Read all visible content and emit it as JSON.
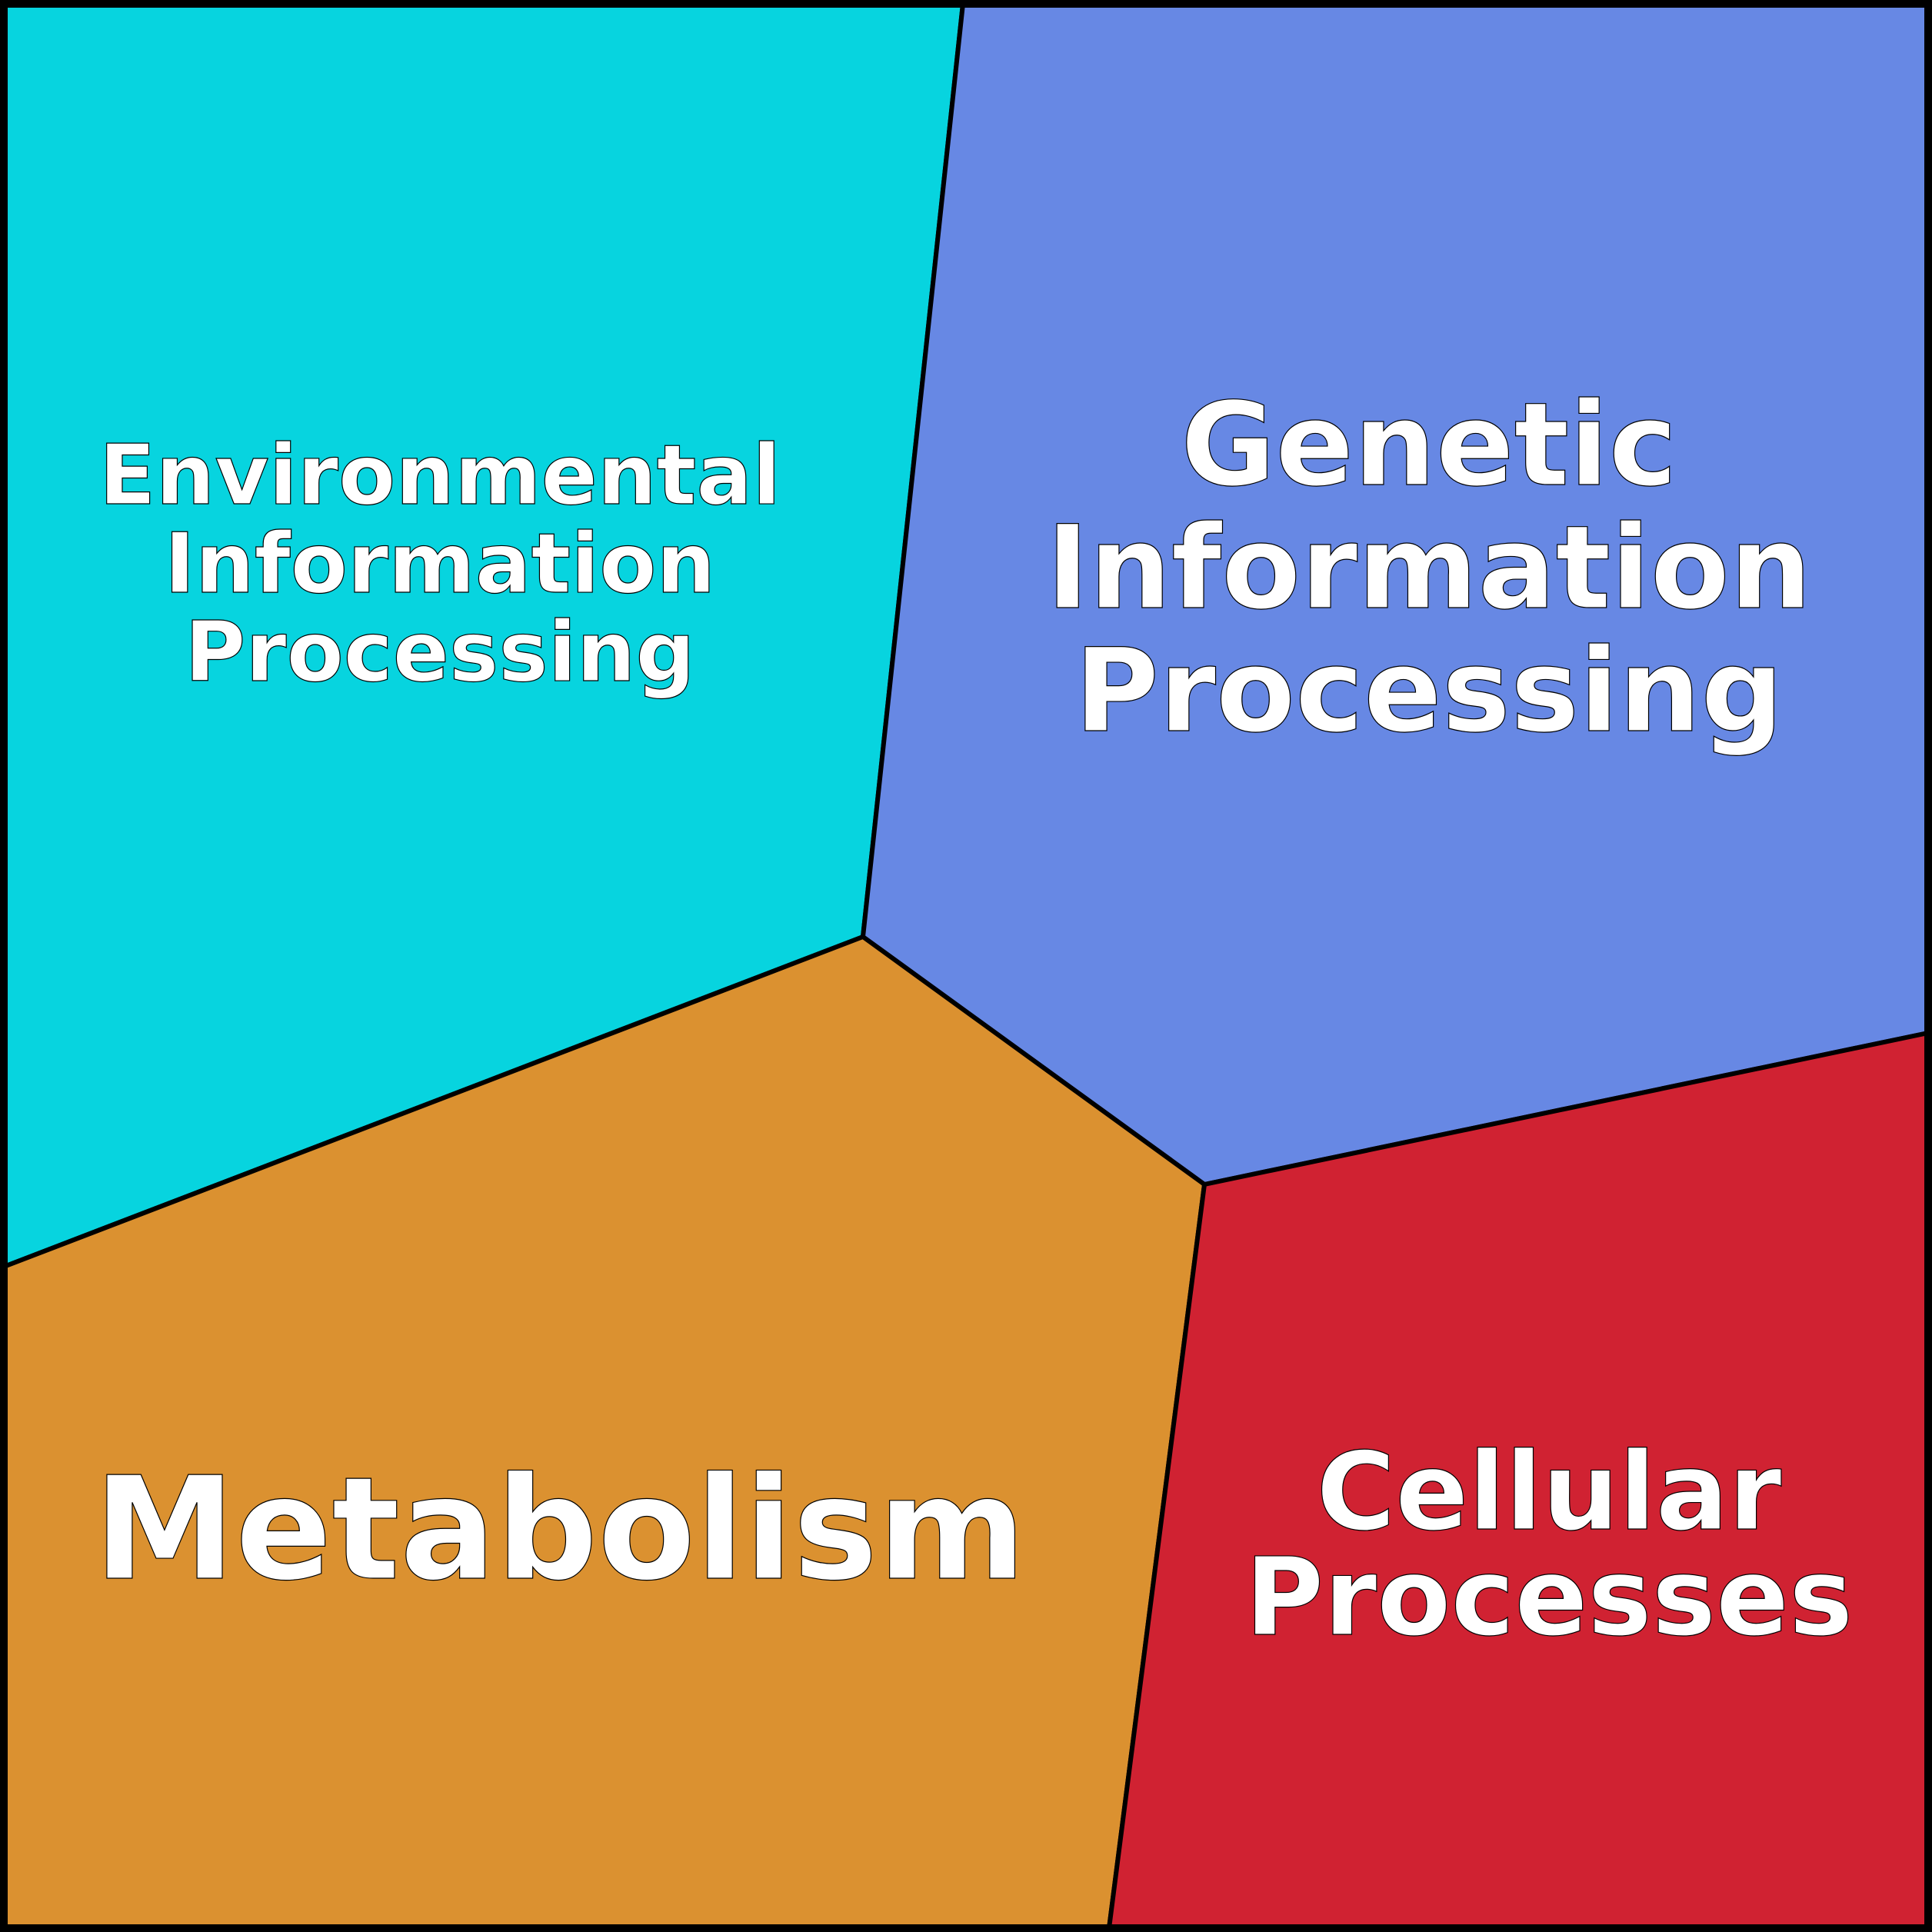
{
  "diagram": {
    "type": "voronoi-treemap",
    "regions": [
      {
        "id": "environmental",
        "lines": [
          "Environmental",
          "Information",
          "Processing"
        ],
        "color": "#07D4DF"
      },
      {
        "id": "genetic",
        "lines": [
          "Genetic",
          "Information",
          "Processing"
        ],
        "color": "#6788E4"
      },
      {
        "id": "metabolism",
        "lines": [
          "Metabolism"
        ],
        "color": "#DB9130"
      },
      {
        "id": "cellular",
        "lines": [
          "Cellular",
          "Processes"
        ],
        "color": "#D02232"
      }
    ],
    "border_color": "#000000",
    "label_color": "#FFFFFF"
  }
}
